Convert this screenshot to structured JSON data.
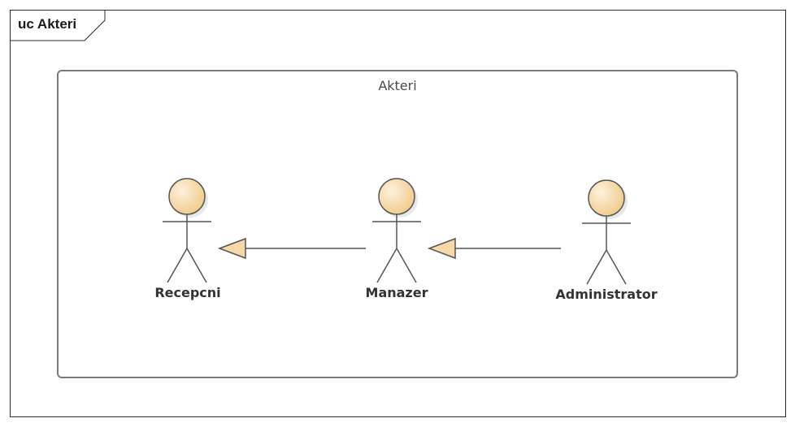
{
  "diagram": {
    "frame_title": "uc Akteri",
    "boundary_title": "Akteri",
    "actors": [
      {
        "id": "recepcni",
        "label": "Recepcni"
      },
      {
        "id": "manazer",
        "label": "Manazer"
      },
      {
        "id": "administrator",
        "label": "Administrator"
      }
    ],
    "generalizations": [
      {
        "from": "manazer",
        "to": "recepcni"
      },
      {
        "from": "administrator",
        "to": "manazer"
      }
    ],
    "colors": {
      "actor_fill_light": "#fdf1dc",
      "actor_fill_dark": "#f0c886",
      "arrow_fill": "#f7d9a8",
      "line": "#555555"
    }
  }
}
